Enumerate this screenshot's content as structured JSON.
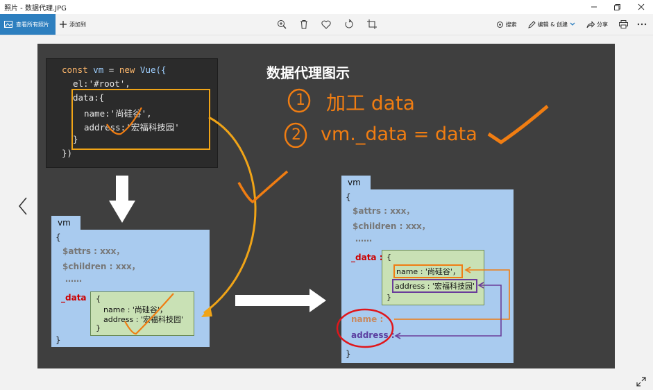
{
  "window": {
    "title": "照片 - 数据代理.JPG",
    "controls": [
      "minimize-icon",
      "maximize-icon",
      "close-icon"
    ]
  },
  "toolbar": {
    "all_photos_label": "查看所有照片",
    "add_to_label": "添加到",
    "icons": [
      "zoom-icon",
      "delete-icon",
      "favorite-icon",
      "rotate-icon",
      "crop-icon"
    ],
    "search_label": "搜索",
    "edit_create_label": "编辑 & 创建",
    "share_label": "分享",
    "print_icon": "print-icon",
    "more_icon": "more-icon"
  },
  "slide": {
    "title": "数据代理图示",
    "code": {
      "line1": {
        "k1": "const",
        "id": "vm",
        "eq": " = ",
        "k2": "new",
        "fn": "Vue({"
      },
      "line2": "el:'#root',",
      "line3": "data:{",
      "line4": "name:'尚硅谷',",
      "line5": "address:'宏福科技园'",
      "line6": "}",
      "line7": "})"
    },
    "handwriting": {
      "note1_num": "1",
      "note1_text": "加工 data",
      "note2_num": "2",
      "note2_text": "vm._data = data"
    },
    "left_vm": {
      "tab": "vm",
      "brace_open": "{",
      "attrs": "$attrs : xxx，",
      "children": "$children : xxx，",
      "ellipsis": "……",
      "data_label": "_data :",
      "inner": {
        "open": "{",
        "name": "name : '尚硅谷'，",
        "address": "address : '宏福科技园'",
        "close": "}"
      },
      "brace_close": "}"
    },
    "right_vm": {
      "tab": "vm",
      "brace_open": "{",
      "attrs": "$attrs : xxx，",
      "children": "$children : xxx，",
      "ellipsis": "……",
      "data_label": "_data :",
      "inner": {
        "open": "{",
        "name": "name : '尚硅谷'，",
        "address": "address : '宏福科技园'",
        "close": "}"
      },
      "name_prop": "name :",
      "address_prop": "address :",
      "brace_close": "}"
    }
  },
  "colors": {
    "accent": "#2d7fbf",
    "orange": "#f0a417",
    "handwriting_orange": "#f07d12",
    "panel_blue": "#a9cbef",
    "inner_green": "#c9e1b5",
    "purple": "#6a3d9a",
    "red_circle": "#e0161b"
  }
}
